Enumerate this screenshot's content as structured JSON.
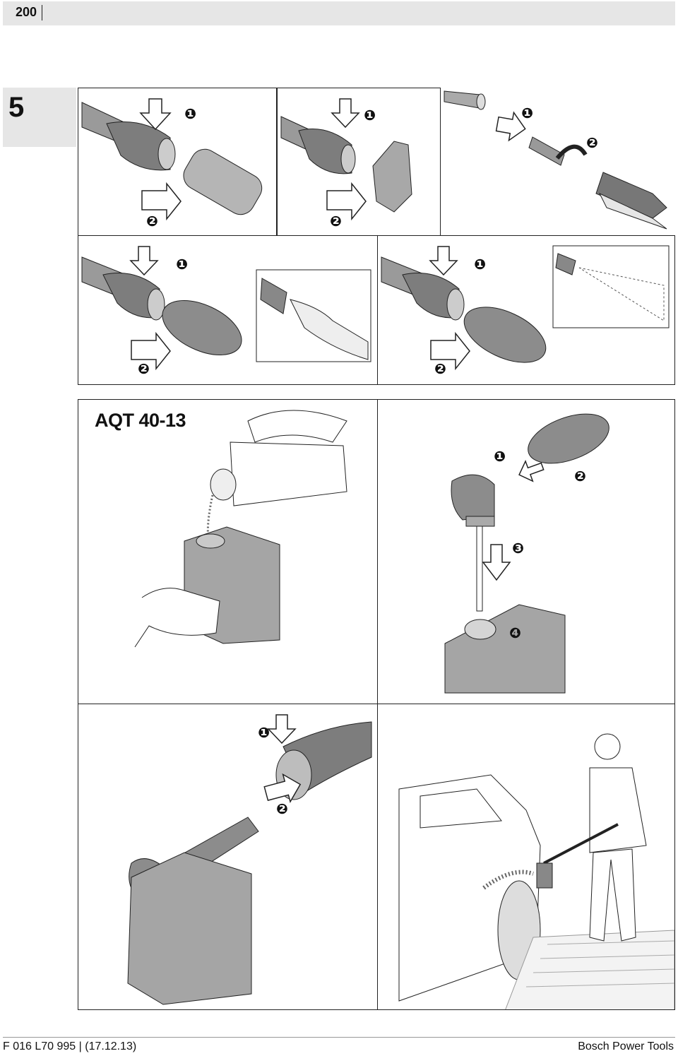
{
  "header": {
    "page_number": "200"
  },
  "section": {
    "number": "5"
  },
  "figures": {
    "aqt_label": "AQT 40-13",
    "steps": {
      "one": "❶",
      "two": "❷",
      "three": "❸",
      "four": "❹"
    }
  },
  "footer": {
    "doc_ref": "F 016 L70 995 | (17.12.13)",
    "brand": "Bosch Power Tools"
  }
}
